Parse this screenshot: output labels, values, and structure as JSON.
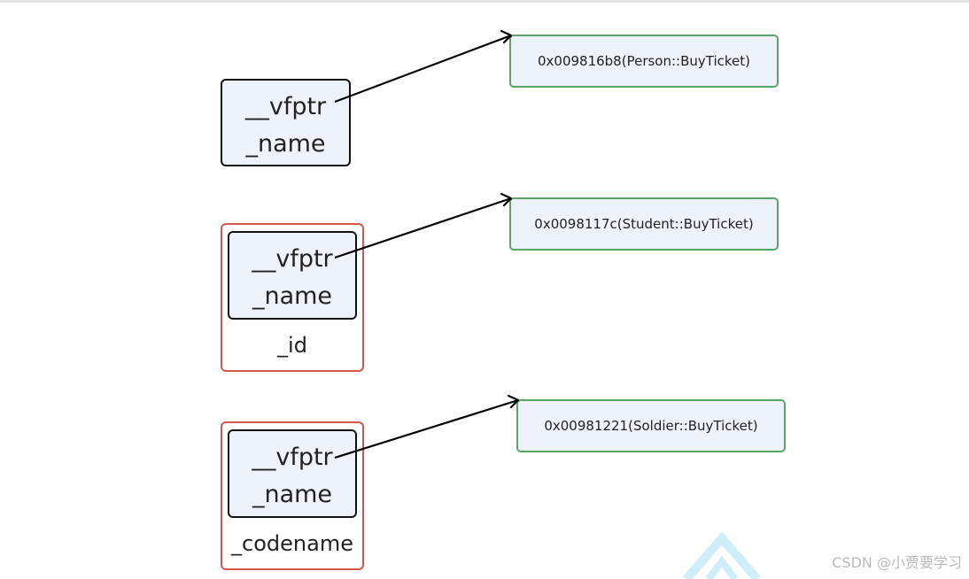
{
  "diagram": {
    "objects": [
      {
        "inner_fields": [
          "__vfptr",
          "_name"
        ],
        "extra_fields": []
      },
      {
        "inner_fields": [
          "__vfptr",
          "_name"
        ],
        "extra_fields": [
          "_id"
        ]
      },
      {
        "inner_fields": [
          "__vfptr",
          "_name"
        ],
        "extra_fields": [
          "_codename"
        ]
      }
    ],
    "vtables": [
      {
        "entry": "0x009816b8(Person::BuyTicket)"
      },
      {
        "entry": "0x0098117c(Student::BuyTicket)"
      },
      {
        "entry": "0x00981221(Soldier::BuyTicket)"
      }
    ]
  },
  "colors": {
    "inner_fill": "#eef2fb",
    "inner_border": "#111111",
    "outer_border": "#d9534f",
    "vtable_border": "#5aa469",
    "arrow": "#000000"
  },
  "watermark": "CSDN @小贾要学习"
}
